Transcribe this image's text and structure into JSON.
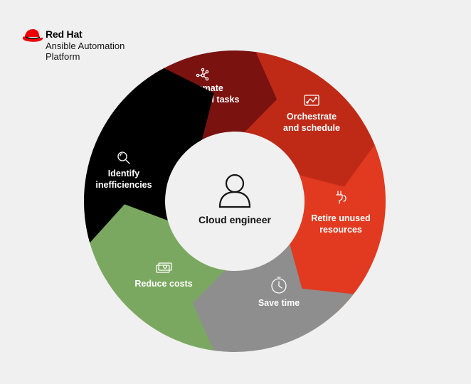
{
  "logo": {
    "brand": "Red Hat",
    "line1": "Ansible Automation",
    "line2": "Platform",
    "icon": "red-hat-fedora-icon"
  },
  "center": {
    "label": "Cloud engineer",
    "icon": "person-icon"
  },
  "segments": [
    {
      "id": "automate",
      "lines": [
        "Automate",
        "operational tasks"
      ],
      "icon": "network-nodes-icon",
      "color": "#7a1210"
    },
    {
      "id": "orchestrate",
      "lines": [
        "Orchestrate",
        "and schedule"
      ],
      "icon": "workflow-map-icon",
      "color": "#bf2a17"
    },
    {
      "id": "retire",
      "lines": [
        "Retire unused",
        "resources"
      ],
      "icon": "unplug-icon",
      "color": "#e13a20"
    },
    {
      "id": "save-time",
      "lines": [
        "Save time"
      ],
      "icon": "stopwatch-icon",
      "color": "#8e8e8e"
    },
    {
      "id": "reduce-costs",
      "lines": [
        "Reduce costs"
      ],
      "icon": "money-bills-icon",
      "color": "#7ba860"
    },
    {
      "id": "identify",
      "lines": [
        "Identify",
        "inefficiencies"
      ],
      "icon": "magnifier-icon",
      "color": "#000000"
    }
  ]
}
